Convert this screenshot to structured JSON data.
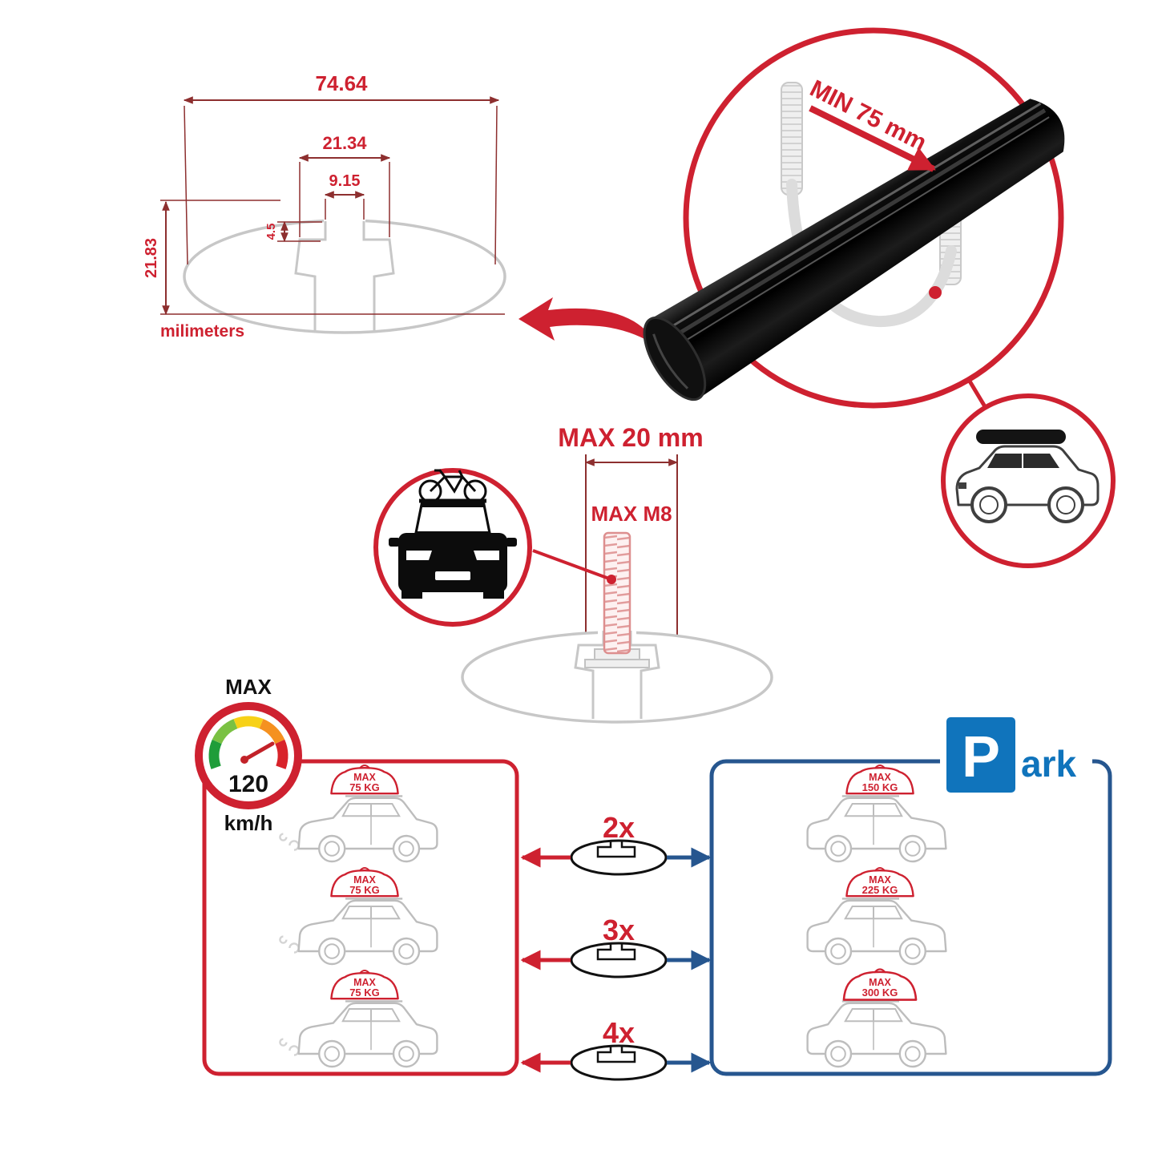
{
  "profile_dims": {
    "total_width": "74.64",
    "cavity_width": "21.34",
    "slot_width": "9.15",
    "slot_depth": "4.5",
    "total_height": "21.83",
    "units": "milimeters"
  },
  "bar_zoom": {
    "min_span": "MIN 75 mm"
  },
  "bolt": {
    "max_length": "MAX 20 mm",
    "max_thread": "MAX M8"
  },
  "speed": {
    "label": "MAX",
    "value": "120",
    "units": "km/h"
  },
  "park": {
    "p": "P",
    "suffix": "ark"
  },
  "multipliers": [
    "2x",
    "3x",
    "4x"
  ],
  "dynamic_loads": [
    {
      "label": "MAX",
      "value": "75 KG"
    },
    {
      "label": "MAX",
      "value": "75 KG"
    },
    {
      "label": "MAX",
      "value": "75 KG"
    }
  ],
  "parked_loads": [
    {
      "label": "MAX",
      "value": "150 KG"
    },
    {
      "label": "MAX",
      "value": "225 KG"
    },
    {
      "label": "MAX",
      "value": "300 KG"
    }
  ],
  "colors": {
    "red": "#ce2130",
    "dim_red": "#8d2f2f",
    "blue": "#26568f",
    "park_blue": "#1074bc",
    "sketch_gray": "#c7c7c7",
    "bar_black": "#0a0a0a"
  }
}
